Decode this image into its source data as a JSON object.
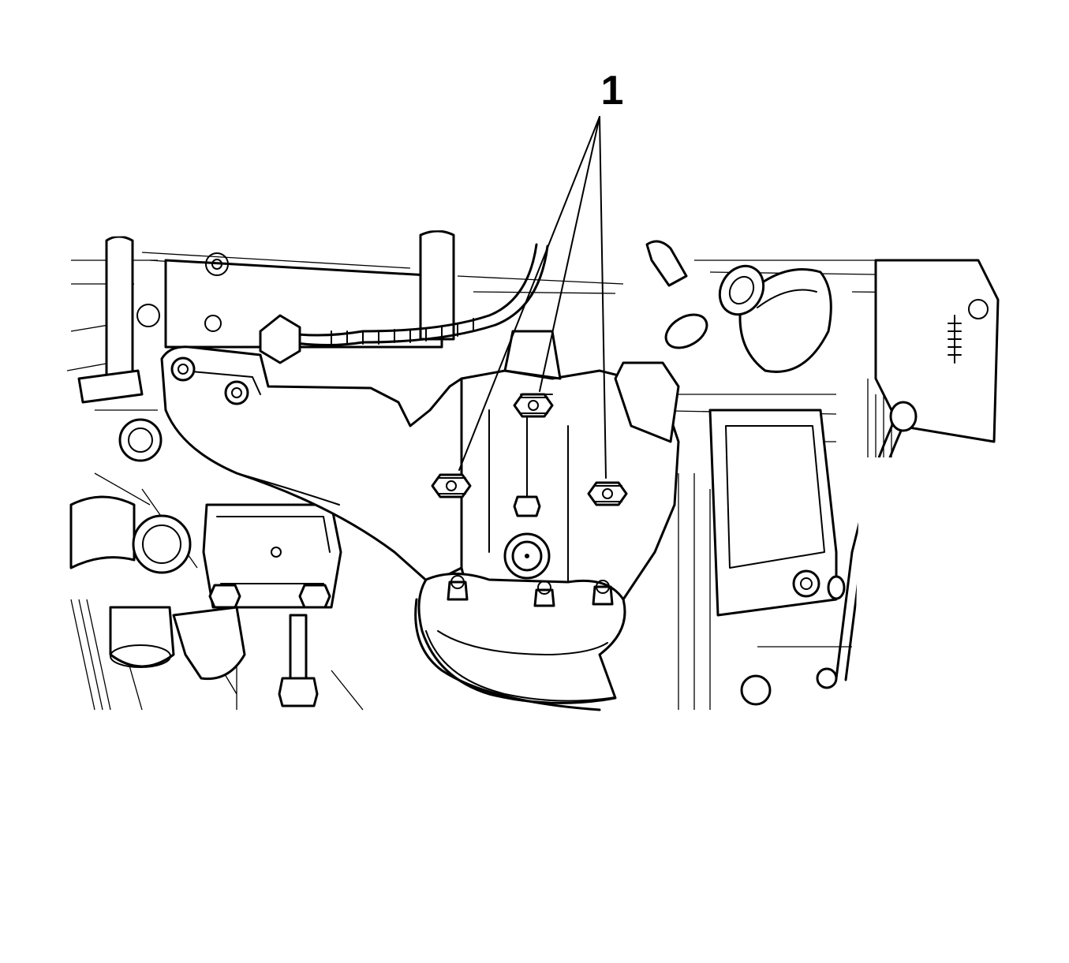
{
  "illustration": {
    "subject": "engine-exhaust-manifold",
    "callouts": [
      {
        "number": "1",
        "targets": [
          "upper-left-nut",
          "upper-center-nut",
          "upper-right-nut"
        ]
      }
    ]
  },
  "colors": {
    "ink": "#000000",
    "paper": "#ffffff"
  }
}
